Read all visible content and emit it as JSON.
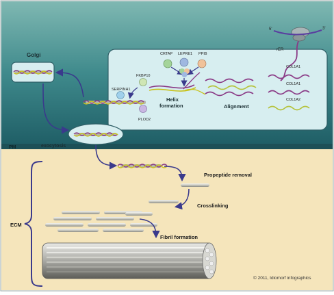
{
  "colors": {
    "cell_top": "#6aa7a6",
    "cell_bottom": "#1f6068",
    "membrane": "#1d5057",
    "ecm": "#f5e5bb",
    "er_panel": "#d7eef0",
    "arrow": "#3a3a8c",
    "strand_purple": "#8a3a86",
    "strand_yellow": "#c8c21c",
    "strand_green": "#6aa84a"
  },
  "labels": {
    "golgi": "Golgi",
    "rer": "rER",
    "five_prime": "5'",
    "three_prime": "3'",
    "col1a1_a": "COL1A1",
    "col1a1_b": "COL1A1",
    "col1a2": "COL1A2",
    "alignment": "Alignment",
    "helix_formation_1": "Helix",
    "helix_formation_2": "formation",
    "crtap": "CRTAP",
    "lepre1": "LEPRE1",
    "ppib": "PPIB",
    "fkbp10": "FKBP10",
    "serpinh1": "SERPINH1",
    "plod2": "PLOD2",
    "exocytosis": "exocytosis",
    "pm": "PM",
    "ecm": "ECM",
    "propeptide_removal": "Propeptide removal",
    "crosslinking": "Crosslinking",
    "fibril_formation": "Fibril formation",
    "copyright": "© 2011, Idiomorf infographics"
  }
}
